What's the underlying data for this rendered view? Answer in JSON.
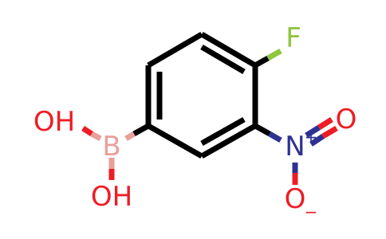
{
  "molecule": {
    "atoms": {
      "fluorine": "F",
      "boron": "B",
      "hydroxyl_top": "OH",
      "hydroxyl_bottom": "OH",
      "nitrogen": "N",
      "nitro_oxygen_double": "O",
      "nitro_oxygen_single": "O",
      "nitrogen_charge": "+",
      "oxygen_charge": "−"
    },
    "colors": {
      "bond": "#000000",
      "fluorine": "#8ec63f",
      "boron": "#e8a09a",
      "oxygen": "#ee1c25",
      "nitrogen": "#2e3192"
    }
  }
}
